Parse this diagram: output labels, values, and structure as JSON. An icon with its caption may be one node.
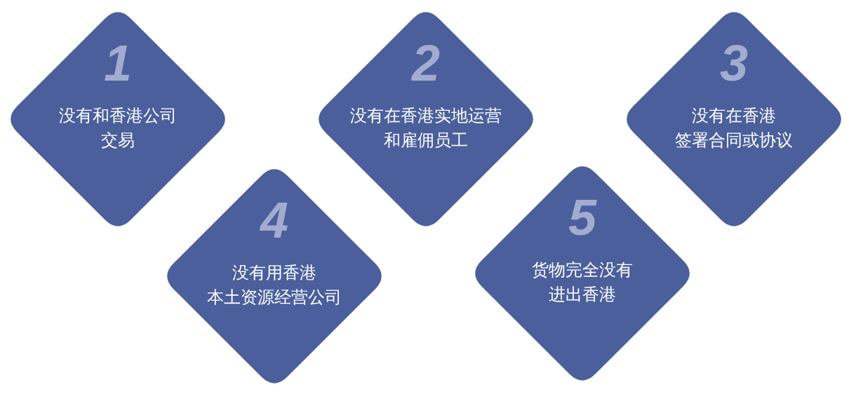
{
  "diagram": {
    "nodes": [
      {
        "text": [
          "1",
          "没有和香港公司交易"
        ]
      },
      {
        "text": [
          "2",
          "没有在香港实地运营和雇佣员工"
        ]
      },
      {
        "text": [
          "3",
          "没有在香港签署合同或协议"
        ]
      },
      {
        "text": [
          "4",
          "没有用香港本土资源经营公司"
        ]
      },
      {
        "text": [
          "5",
          "货物完全没有进出香港"
        ]
      }
    ]
  }
}
